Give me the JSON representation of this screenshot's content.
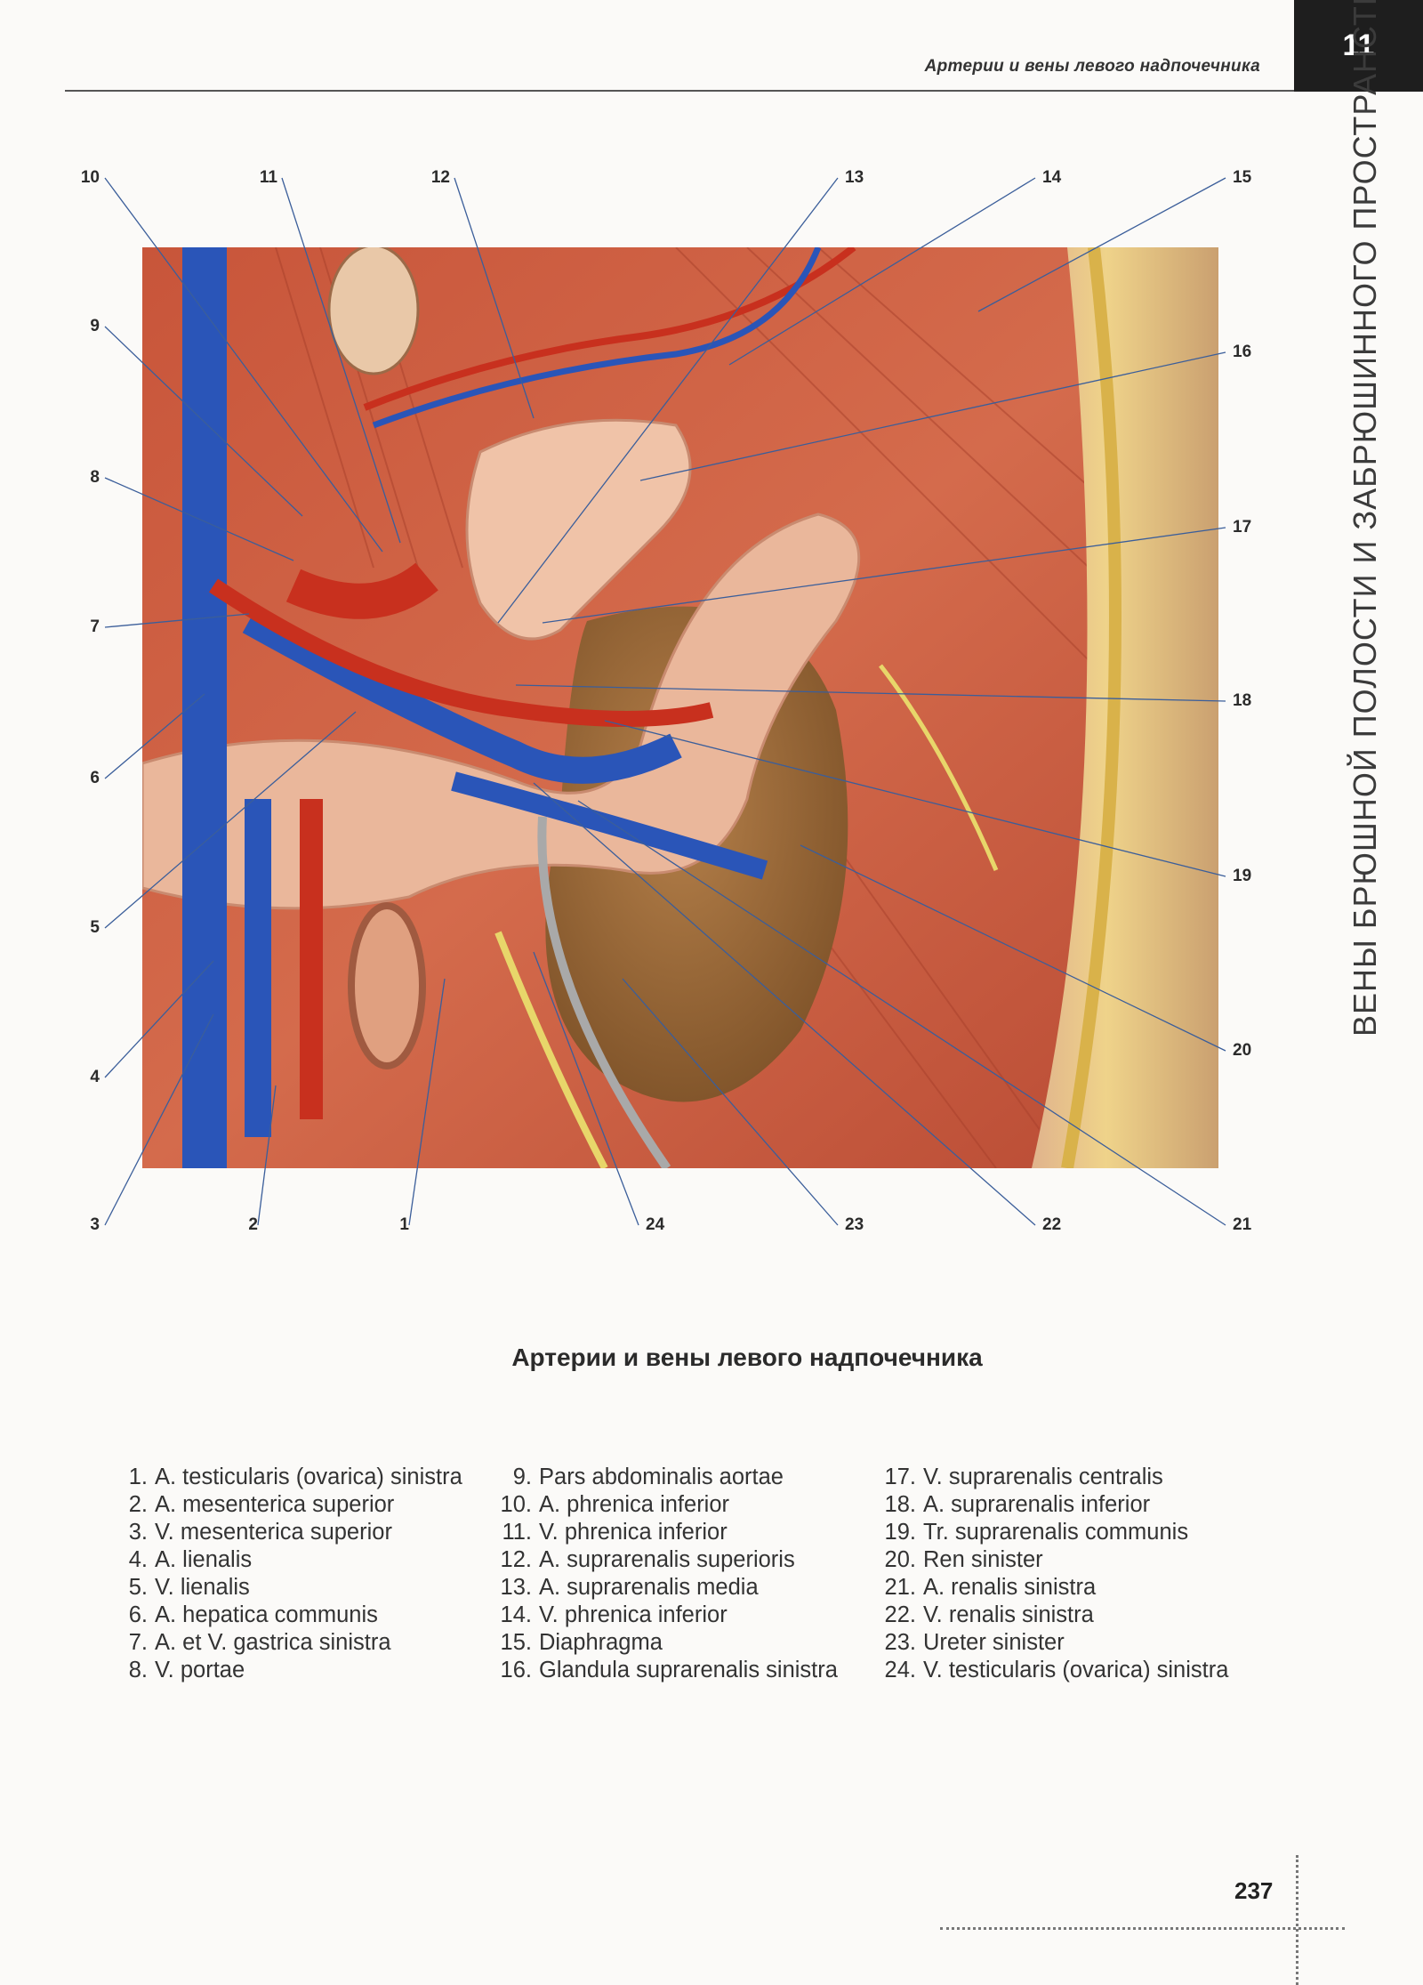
{
  "header": {
    "running_head": "Артерии и вены левого надпочечника",
    "chapter_number": "11"
  },
  "side_title": "ВЕНЫ БРЮШНОЙ ПОЛОСТИ И ЗАБРЮШИННОГО ПРОСТРАНСТВА",
  "figure": {
    "title": "Артерии и вены левого надпочечника",
    "labels": [
      "1",
      "2",
      "3",
      "4",
      "5",
      "6",
      "7",
      "8",
      "9",
      "10",
      "11",
      "12",
      "13",
      "14",
      "15",
      "16",
      "17",
      "18",
      "19",
      "20",
      "21",
      "22",
      "23",
      "24"
    ]
  },
  "legend": [
    [
      {
        "n": "1.",
        "text": "A. testicularis (ovarica) sinistra"
      },
      {
        "n": "2.",
        "text": "A. mesenterica superior"
      },
      {
        "n": "3.",
        "text": "V. mesenterica superior"
      },
      {
        "n": "4.",
        "text": "A. lienalis"
      },
      {
        "n": "5.",
        "text": "V. lienalis"
      },
      {
        "n": "6.",
        "text": "A. hepatica communis"
      },
      {
        "n": "7.",
        "text": "A. et V. gastrica sinistra"
      },
      {
        "n": "8.",
        "text": "V. portae"
      }
    ],
    [
      {
        "n": "9.",
        "text": "Pars abdominalis aortae"
      },
      {
        "n": "10.",
        "text": "A. phrenica inferior"
      },
      {
        "n": "11.",
        "text": "V. phrenica inferior"
      },
      {
        "n": "12.",
        "text": "A. suprarenalis superioris"
      },
      {
        "n": "13.",
        "text": "A. suprarenalis media"
      },
      {
        "n": "14.",
        "text": "V. phrenica inferior"
      },
      {
        "n": "15.",
        "text": "Diaphragma"
      },
      {
        "n": "16.",
        "text": "Glandula suprarenalis sinistra"
      }
    ],
    [
      {
        "n": "17.",
        "text": "V. suprarenalis centralis"
      },
      {
        "n": "18.",
        "text": "A. suprarenalis inferior"
      },
      {
        "n": "19.",
        "text": "Tr. suprarenalis communis"
      },
      {
        "n": "20.",
        "text": "Ren sinister"
      },
      {
        "n": "21.",
        "text": "A. renalis sinistra"
      },
      {
        "n": "22.",
        "text": "V. renalis sinistra"
      },
      {
        "n": "23.",
        "text": "Ureter sinister"
      },
      {
        "n": "24.",
        "text": "V. testicularis (ovarica) sinistra"
      }
    ]
  ],
  "page_number": "237"
}
